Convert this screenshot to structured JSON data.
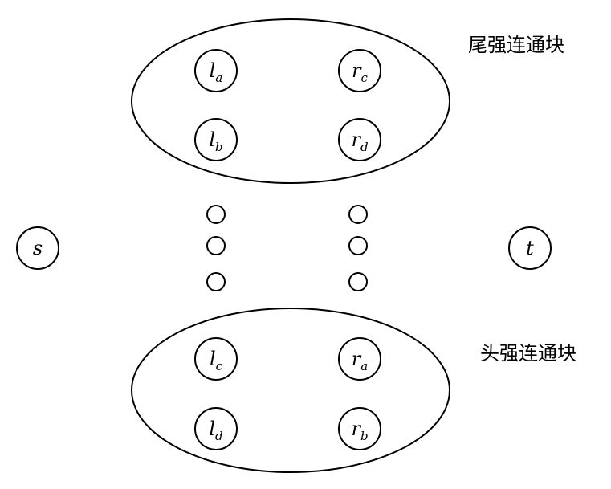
{
  "groups": [
    {
      "label": "尾强连通块",
      "nodes": [
        {
          "base": "l",
          "sub": "a"
        },
        {
          "base": "r",
          "sub": "c"
        },
        {
          "base": "l",
          "sub": "b"
        },
        {
          "base": "r",
          "sub": "d"
        }
      ]
    },
    {
      "label": "头强连通块",
      "nodes": [
        {
          "base": "l",
          "sub": "c"
        },
        {
          "base": "r",
          "sub": "a"
        },
        {
          "base": "l",
          "sub": "d"
        },
        {
          "base": "r",
          "sub": "b"
        }
      ]
    }
  ],
  "source": {
    "label": "s"
  },
  "sink": {
    "label": "t"
  }
}
